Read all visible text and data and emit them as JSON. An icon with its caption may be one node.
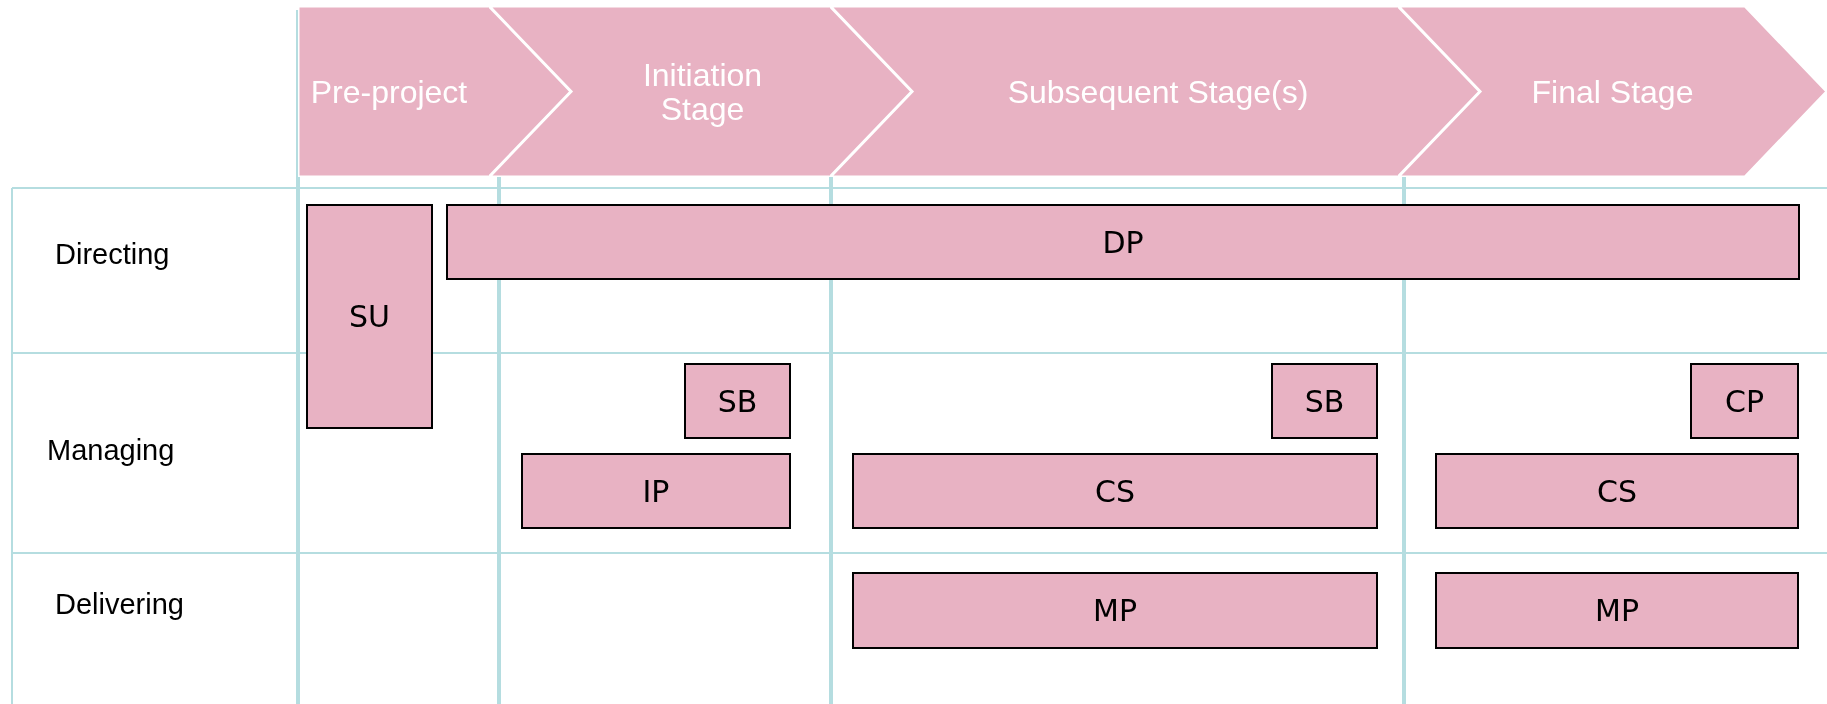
{
  "diagram": {
    "nodes": [
      {
        "text": [
          "Pre-project"
        ]
      },
      {
        "text": [
          "Initiation Stage"
        ]
      },
      {
        "text": [
          "Subsequent Stage(s)"
        ]
      },
      {
        "text": [
          "Final Stage"
        ]
      },
      {
        "text": [
          "SU"
        ]
      },
      {
        "text": [
          "DP"
        ]
      },
      {
        "text": [
          "SB"
        ]
      },
      {
        "text": [
          "IP"
        ]
      },
      {
        "text": [
          "SB"
        ]
      },
      {
        "text": [
          "CS"
        ]
      },
      {
        "text": [
          "CP"
        ]
      },
      {
        "text": [
          "CS"
        ]
      },
      {
        "text": [
          "MP"
        ]
      },
      {
        "text": [
          "MP"
        ]
      }
    ],
    "edges": [],
    "labels": [
      "Directing",
      "Managing",
      "Delivering"
    ]
  }
}
